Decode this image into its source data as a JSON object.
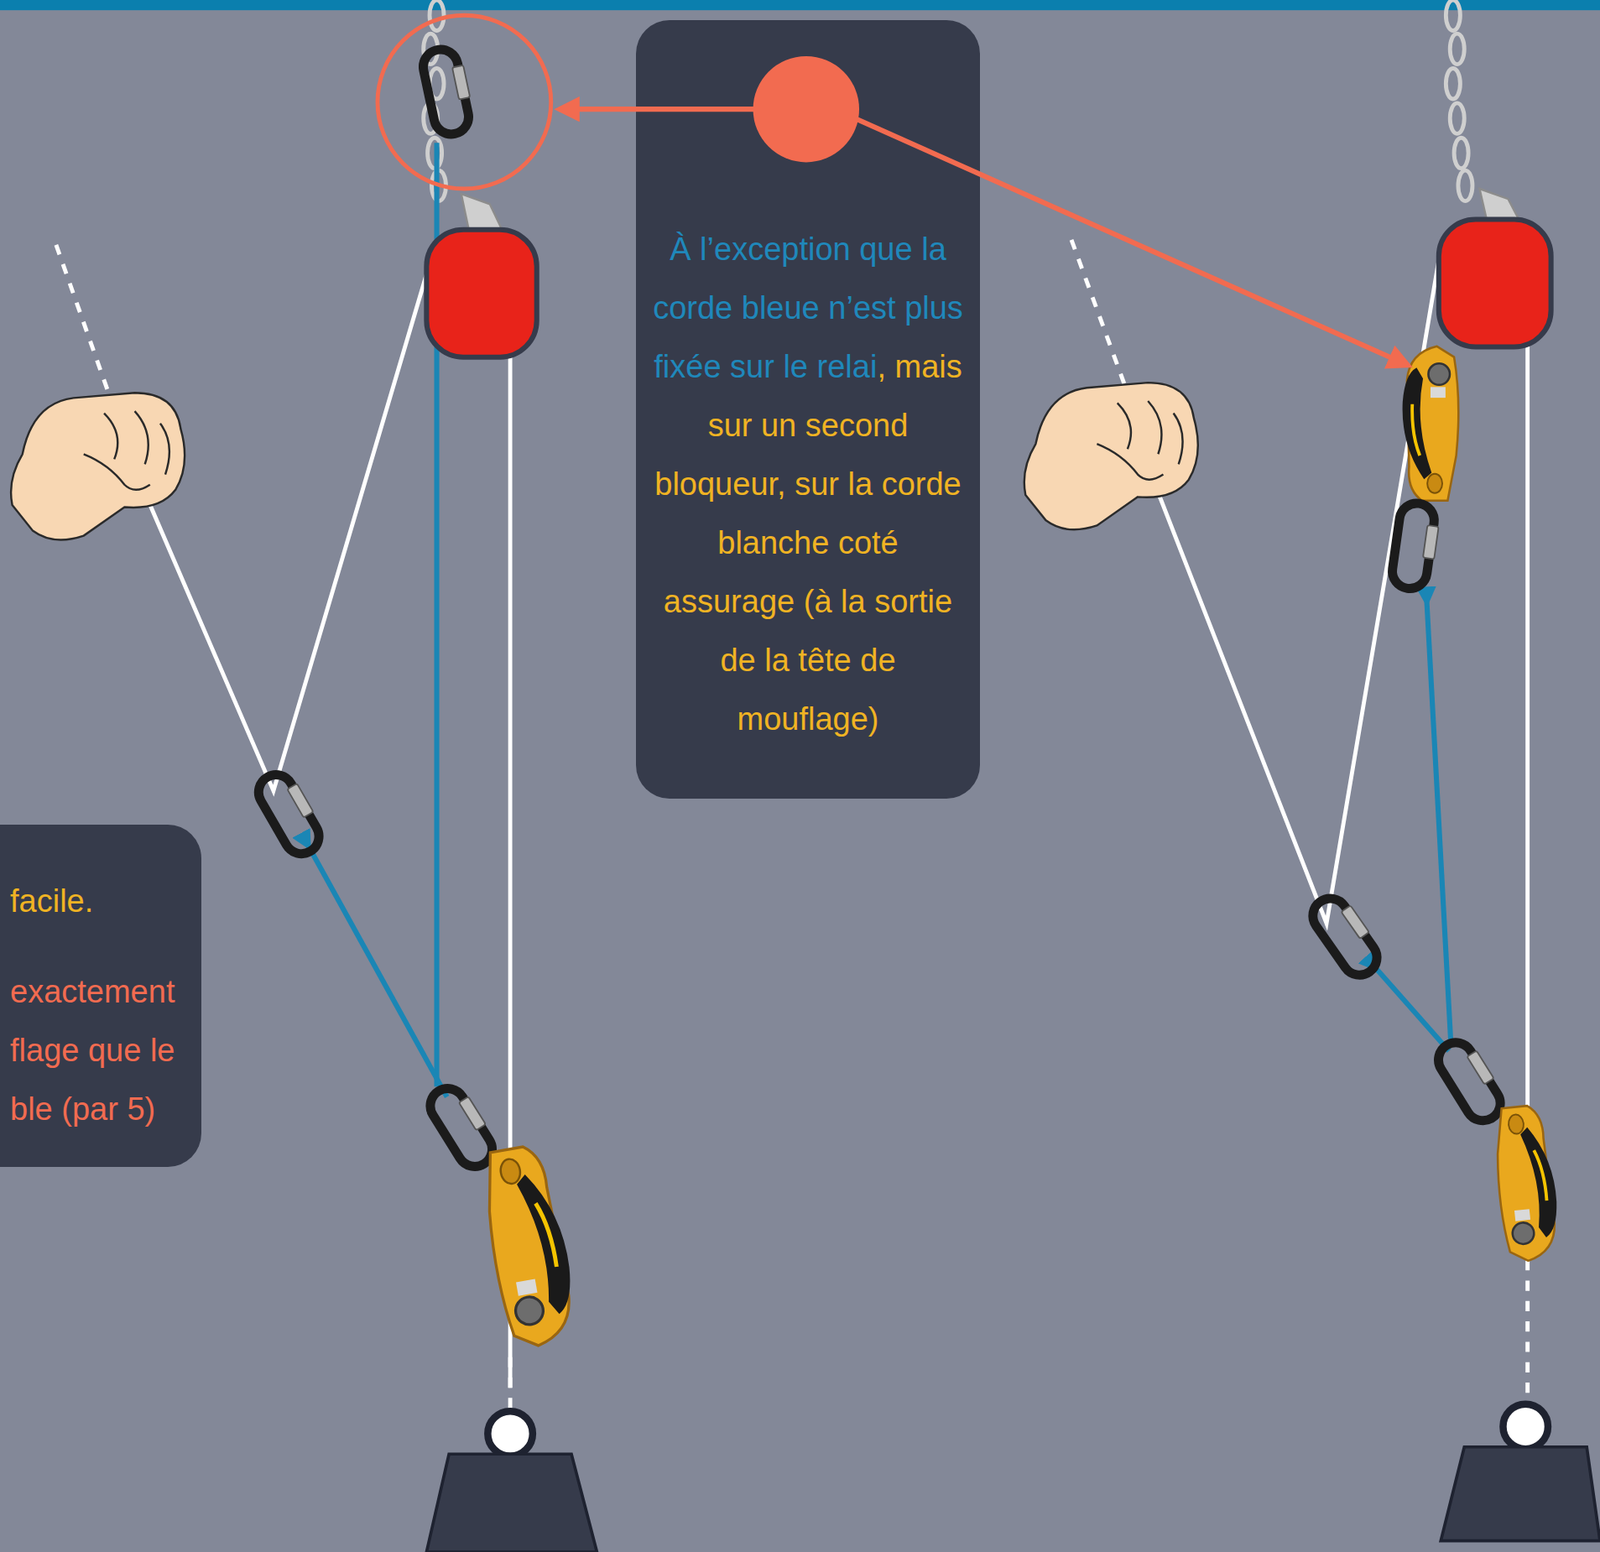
{
  "diagram": {
    "nodes": [
      {
        "text": [
          "À l’exception que la corde bleue n’est plus fixée sur le relai",
          ", mais sur un second bloqueur, sur la corde blanche coté assurage (à la sortie de la tête de mouflage)"
        ]
      },
      {
        "text": [
          "facile.",
          "exactement flage que le ble (par 5)"
        ]
      }
    ]
  }
}
